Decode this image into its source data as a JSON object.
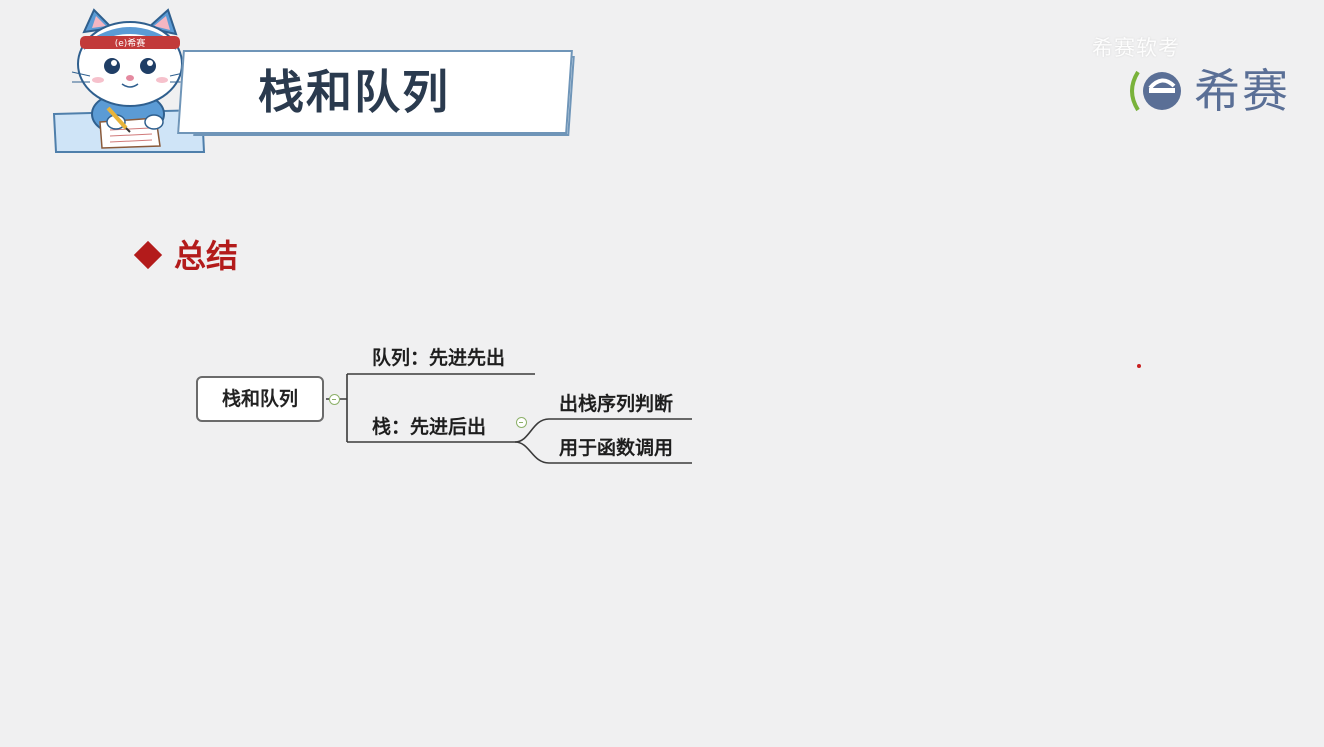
{
  "slide": {
    "title": "栈和队列",
    "watermark": "希赛软考",
    "brand": "希赛",
    "mascot_headband_text": "(e)希赛",
    "section_heading": "总结"
  },
  "mindmap": {
    "root": "栈和队列",
    "branches": [
      {
        "label": "队列：先进先出",
        "children": []
      },
      {
        "label": "栈：先进后出",
        "children": [
          {
            "label": "出栈序列判断"
          },
          {
            "label": "用于函数调用"
          }
        ]
      }
    ]
  },
  "colors": {
    "accent_red": "#b31b1b",
    "title_text": "#2a3a4e",
    "banner_border": "#6f95b8",
    "brand_blue": "#5a6f96",
    "brand_green": "#79b23a",
    "connector": "#3a3a3a",
    "collapse_toggle": "#8db16a"
  }
}
